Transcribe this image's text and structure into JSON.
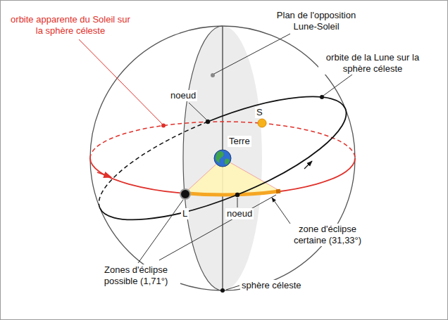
{
  "diagram": {
    "labels": [
      "orbite apparente du Soleil sur la sphère céleste",
      "Plan de l'opposition Lune-Soleil",
      "orbite de la Lune sur la sphère céleste",
      "noeud",
      "S",
      "Terre",
      "noeud",
      "L",
      "zone d'éclipse certaine (31,33°)",
      "Zones d'éclipse possible (1,71°)",
      "sphère céleste"
    ]
  }
}
